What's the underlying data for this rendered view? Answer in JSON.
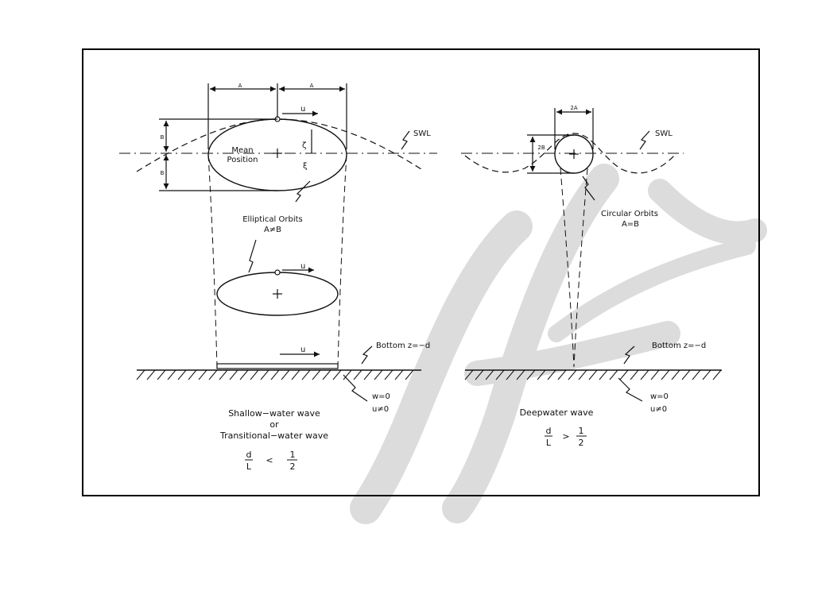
{
  "labels": {
    "dim_a": "A",
    "dim_b": "B",
    "u": "u",
    "zeta": "ζ",
    "xi": "ξ",
    "swl": "SWL",
    "mean_line1": "Mean",
    "mean_line2": "Position",
    "elliptical_line1": "Elliptical Orbits",
    "elliptical_line2": "A≠B",
    "bottom": "Bottom z=−d",
    "w0": "w=0",
    "u_ne0": "u≠0",
    "shallow_title1": "Shallow−water wave",
    "shallow_title2": "or",
    "shallow_title3": "Transitional−water wave",
    "dim_2a": "2A",
    "dim_2b": "2B",
    "circular_line1": "Circular Orbits",
    "circular_line2": "A=B",
    "deep_title": "Deepwater wave",
    "frac_d": "d",
    "frac_L": "L",
    "lt": "<",
    "gt": ">",
    "frac_1": "1",
    "frac_2": "2"
  },
  "colors": {
    "ink": "#111111",
    "frame": "#000000",
    "watermark": "#d9d9d9",
    "background": "#ffffff"
  }
}
